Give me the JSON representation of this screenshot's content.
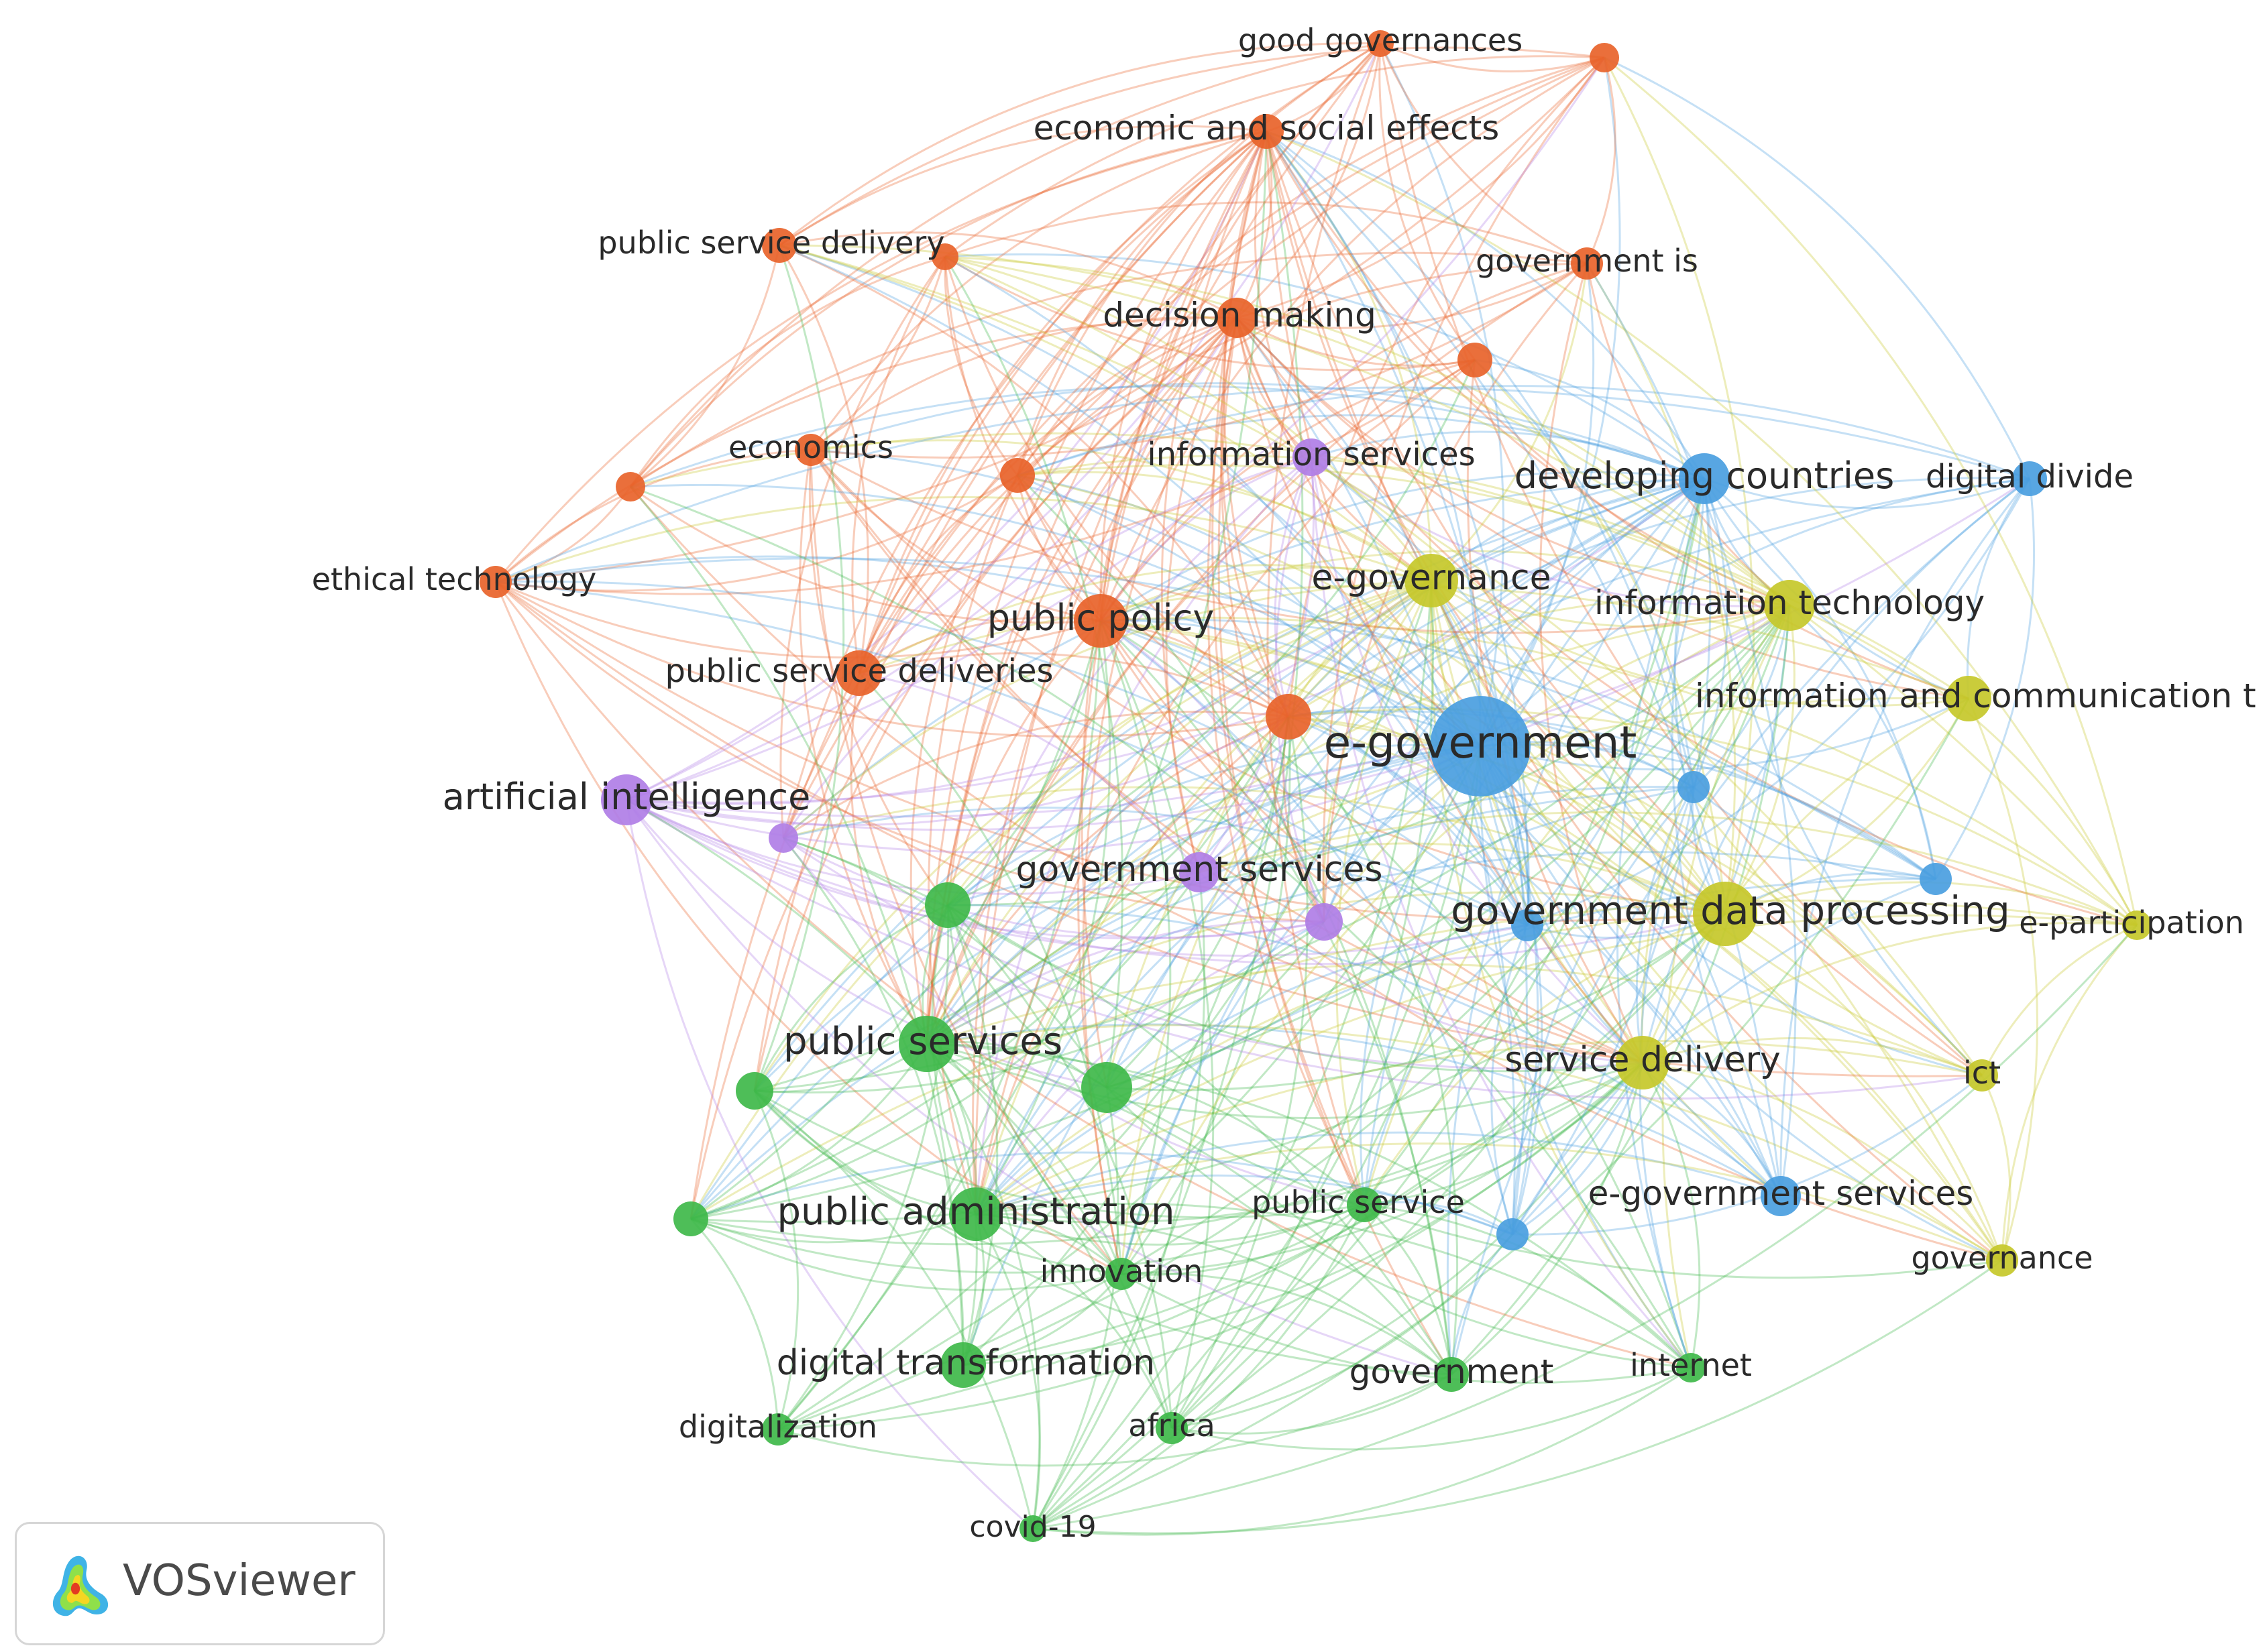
{
  "colors": {
    "orange": "#e8632a",
    "purple": "#b07ee6",
    "blue": "#4a9ee0",
    "yellow": "#c6c82a",
    "green": "#3fb94a"
  },
  "nodes": [
    {
      "id": "good-governances",
      "label": "good governances",
      "cluster": "orange"
    },
    {
      "id": "economic-social",
      "label": "economic and social effects",
      "cluster": "orange"
    },
    {
      "id": "public-service-delivery",
      "label": "public service delivery",
      "cluster": "orange"
    },
    {
      "id": "government-is",
      "label": "government is",
      "cluster": "orange"
    },
    {
      "id": "decision-making",
      "label": "decision making",
      "cluster": "orange"
    },
    {
      "id": "economics",
      "label": "economics",
      "cluster": "orange"
    },
    {
      "id": "ethical-technology",
      "label": "ethical technology",
      "cluster": "orange"
    },
    {
      "id": "public-policy",
      "label": "public policy",
      "cluster": "orange"
    },
    {
      "id": "public-service-deliveries",
      "label": "public service deliveries",
      "cluster": "orange"
    },
    {
      "id": "o-unl-1",
      "label": "",
      "cluster": "orange"
    },
    {
      "id": "o-unl-2",
      "label": "",
      "cluster": "orange"
    },
    {
      "id": "o-unl-3",
      "label": "",
      "cluster": "orange"
    },
    {
      "id": "o-unl-4",
      "label": "",
      "cluster": "orange"
    },
    {
      "id": "o-unl-5",
      "label": "",
      "cluster": "orange"
    },
    {
      "id": "o-unl-6",
      "label": "",
      "cluster": "orange"
    },
    {
      "id": "information-services",
      "label": "information services",
      "cluster": "purple"
    },
    {
      "id": "artificial-intelligence",
      "label": "artificial intelligence",
      "cluster": "purple"
    },
    {
      "id": "government-services",
      "label": "government services",
      "cluster": "purple"
    },
    {
      "id": "p-unl-1",
      "label": "",
      "cluster": "purple"
    },
    {
      "id": "p-unl-2",
      "label": "",
      "cluster": "purple"
    },
    {
      "id": "developing-countries",
      "label": "developing countries",
      "cluster": "blue"
    },
    {
      "id": "digital-divide",
      "label": "digital divide",
      "cluster": "blue"
    },
    {
      "id": "e-government",
      "label": "e-government",
      "cluster": "blue"
    },
    {
      "id": "e-government-services",
      "label": "e-government services",
      "cluster": "blue"
    },
    {
      "id": "b-unl-1",
      "label": "",
      "cluster": "blue"
    },
    {
      "id": "b-unl-2",
      "label": "",
      "cluster": "blue"
    },
    {
      "id": "b-unl-3",
      "label": "",
      "cluster": "blue"
    },
    {
      "id": "b-unl-4",
      "label": "",
      "cluster": "blue"
    },
    {
      "id": "e-governance",
      "label": "e-governance",
      "cluster": "yellow"
    },
    {
      "id": "information-technology",
      "label": "information technology",
      "cluster": "yellow"
    },
    {
      "id": "ict-full",
      "label": "information and communication t",
      "cluster": "yellow"
    },
    {
      "id": "government-data-processing",
      "label": "government data processing",
      "cluster": "yellow"
    },
    {
      "id": "e-participation",
      "label": "e-participation",
      "cluster": "yellow"
    },
    {
      "id": "service-delivery",
      "label": "service delivery",
      "cluster": "yellow"
    },
    {
      "id": "ict",
      "label": "ict",
      "cluster": "yellow"
    },
    {
      "id": "governance",
      "label": "governance",
      "cluster": "yellow"
    },
    {
      "id": "public-services",
      "label": "public services",
      "cluster": "green"
    },
    {
      "id": "public-administration",
      "label": "public administration",
      "cluster": "green"
    },
    {
      "id": "public-service",
      "label": "public service",
      "cluster": "green"
    },
    {
      "id": "innovation",
      "label": "innovation",
      "cluster": "green"
    },
    {
      "id": "digital-transformation",
      "label": "digital transformation",
      "cluster": "green"
    },
    {
      "id": "government",
      "label": "government",
      "cluster": "green"
    },
    {
      "id": "internet",
      "label": "internet",
      "cluster": "green"
    },
    {
      "id": "digitalization",
      "label": "digitalization",
      "cluster": "green"
    },
    {
      "id": "africa",
      "label": "africa",
      "cluster": "green"
    },
    {
      "id": "covid-19",
      "label": "covid-19",
      "cluster": "green"
    },
    {
      "id": "g-unl-1",
      "label": "",
      "cluster": "green"
    },
    {
      "id": "g-unl-2",
      "label": "",
      "cluster": "green"
    },
    {
      "id": "g-unl-3",
      "label": "",
      "cluster": "green"
    },
    {
      "id": "g-unl-4",
      "label": "",
      "cluster": "green"
    }
  ],
  "logo": {
    "text": "VOSviewer"
  }
}
